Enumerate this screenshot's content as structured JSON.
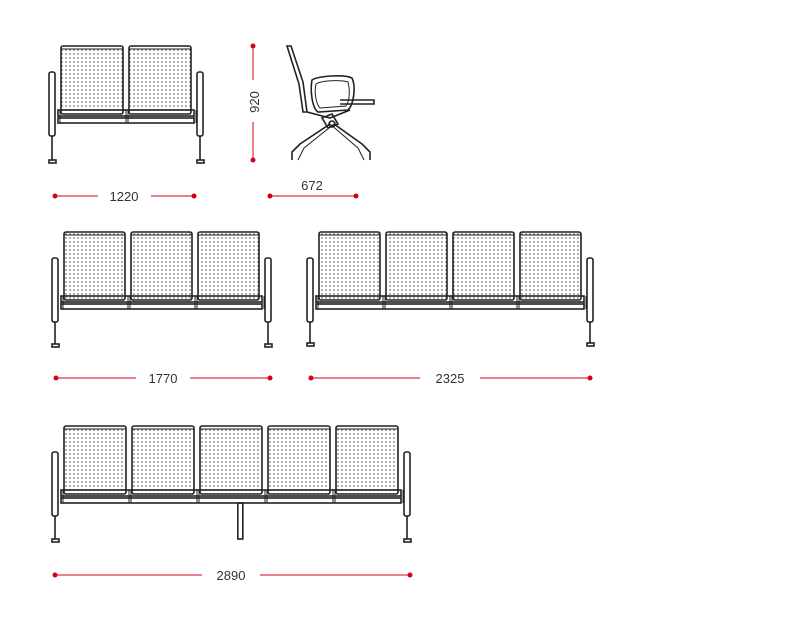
{
  "colors": {
    "outline": "#222222",
    "dimension_line": "#d0021b",
    "dimension_text": "#333333",
    "background": "#ffffff"
  },
  "dimensions": {
    "two_seat_width": "1220",
    "side_depth": "672",
    "side_height": "920",
    "three_seat_width": "1770",
    "four_seat_width": "2325",
    "five_seat_width": "2890"
  }
}
